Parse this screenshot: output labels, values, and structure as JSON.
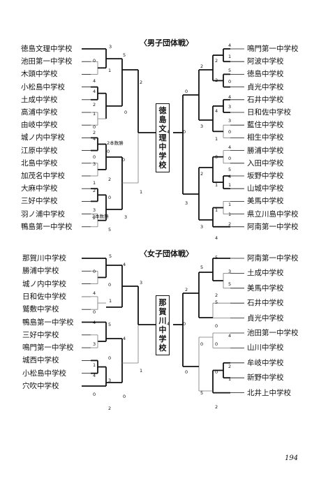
{
  "page_number": "194",
  "boys": {
    "title": "〈男子団体戦〉",
    "champion": "徳島文理中学校",
    "left_teams": [
      "徳島文理中学校",
      "池田第一中学校",
      "木頭中学校",
      "小松島中学校",
      "土成中学校",
      "高浦中学校",
      "由岐中学校",
      "城ノ内中学校",
      "江原中学校",
      "北島中学校",
      "加茂名中学校",
      "大麻中学校",
      "三好中学校",
      "羽ノ浦中学校",
      "鴨島第一中学校"
    ],
    "right_teams": [
      "鳴門第一中学校",
      "阿波中学校",
      "徳島中学校",
      "貞光中学校",
      "石井中学校",
      "日和佐中学校",
      "藍住中学校",
      "相生中学校",
      "勝浦中学校",
      "入田中学校",
      "坂野中学校",
      "山城中学校",
      "美馬中学校",
      "県立川島中学校",
      "阿南第一中学校"
    ],
    "note_1": "2本数勝",
    "note_2": "2本数勝",
    "final_left_score": "4",
    "final_right_score": "0"
  },
  "girls": {
    "title": "〈女子団体戦〉",
    "champion": "那賀川中学校",
    "left_teams": [
      "那賀川中学校",
      "勝浦中学校",
      "城ノ内中学校",
      "日和佐中学校",
      "鷲敷中学校",
      "鴨島第一中学校",
      "三好中学校",
      "鳴門第一中学校",
      "城西中学校",
      "小松島中学校",
      "穴吹中学校"
    ],
    "right_teams": [
      "阿南第一中学校",
      "土成中学校",
      "美馬中学校",
      "石井中学校",
      "貞光中学校",
      "池田第一中学校",
      "山川中学校",
      "牟岐中学校",
      "新野中学校",
      "北井上中学校"
    ],
    "final_left_score": "4",
    "final_right_score": "0"
  }
}
